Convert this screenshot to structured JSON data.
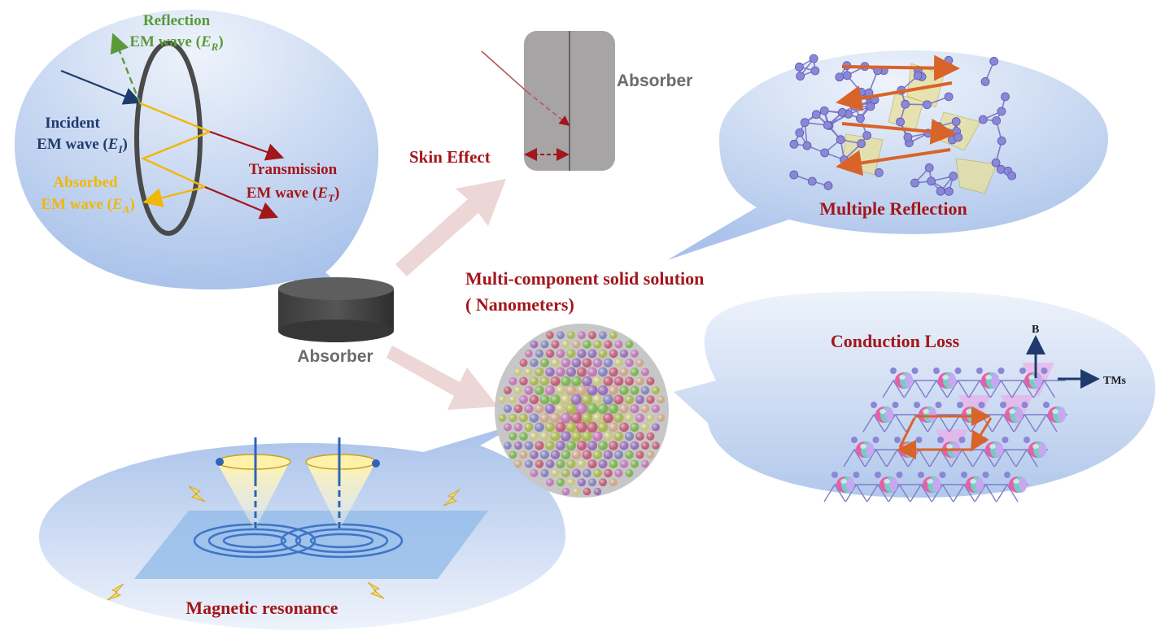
{
  "colors": {
    "dark_red": "#a3161b",
    "navy": "#1f3b6e",
    "gold": "#f2b705",
    "green": "#5a9a3a",
    "gray_text": "#6b6b6b",
    "bubble_light": "#e8eef8",
    "bubble_dark": "#a9c2ea",
    "arrow_pink": "#e9c6c6",
    "absorber_slab": "#a6a4a4",
    "absorber_cyl": "#474747",
    "orange_arrow": "#d9642a",
    "atom_blue": "#8a86d8",
    "triangle_pink": "#f2a7e6",
    "polyhedra_yellow": "#e8e09a"
  },
  "wave_panel": {
    "reflection_line1": "Reflection",
    "reflection_line2": "EM wave (",
    "reflection_sym": "E",
    "reflection_sub": "R",
    "incident_line1": "Incident",
    "incident_line2": "EM wave (",
    "incident_sym": "E",
    "incident_sub": "I",
    "absorbed_line1": "Absorbed",
    "absorbed_line2": "EM wave (",
    "absorbed_sym": "E",
    "absorbed_sub": "A",
    "transmission_line1": "Transmission",
    "transmission_line2": "EM wave (",
    "transmission_sym": "E",
    "transmission_sub": "T",
    "close_paren": ")"
  },
  "skin_panel": {
    "slab_label": "Absorber",
    "effect_label": "Skin Effect"
  },
  "multi_reflection": {
    "label": "Multiple Reflection"
  },
  "center": {
    "title_line1": "Multi-component solid solution",
    "title_line2": "( Nanometers)",
    "absorber_label": "Absorber"
  },
  "conduction": {
    "label": "Conduction Loss",
    "axis_b": "B",
    "axis_tms": "TMs"
  },
  "magnetic": {
    "label": "Magnetic resonance"
  }
}
